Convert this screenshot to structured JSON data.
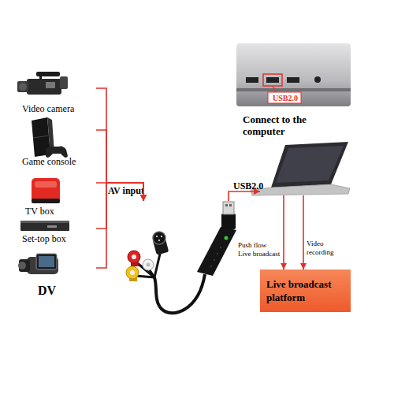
{
  "diagram": {
    "nodes": [
      {
        "text": [
          "Video camera"
        ]
      },
      {
        "text": [
          "Game console"
        ]
      },
      {
        "text": [
          "TV box"
        ]
      },
      {
        "text": [
          "Set-top box"
        ]
      },
      {
        "text": [
          "DV"
        ]
      },
      {
        "text": [
          "AV input"
        ]
      },
      {
        "text": [
          "Connect to the computer"
        ]
      },
      {
        "text": [
          "Live broadcast platform"
        ]
      }
    ],
    "edges": [
      {
        "from": 0,
        "to": 5,
        "arrow": "to"
      },
      {
        "from": 1,
        "to": 5,
        "arrow": "to"
      },
      {
        "from": 2,
        "to": 5,
        "arrow": "to"
      },
      {
        "from": 3,
        "to": 5,
        "arrow": "to"
      },
      {
        "from": 4,
        "to": 5,
        "arrow": "to"
      },
      {
        "from": 5,
        "to": 6,
        "label": "USB2.0",
        "arrow": "to"
      },
      {
        "from": 6,
        "to": 7,
        "label": "Push flow Live broadcast",
        "arrow": "to"
      },
      {
        "from": 6,
        "to": 7,
        "label": "Video recording",
        "arrow": "to"
      }
    ],
    "labels": [
      "USB2.0"
    ]
  }
}
